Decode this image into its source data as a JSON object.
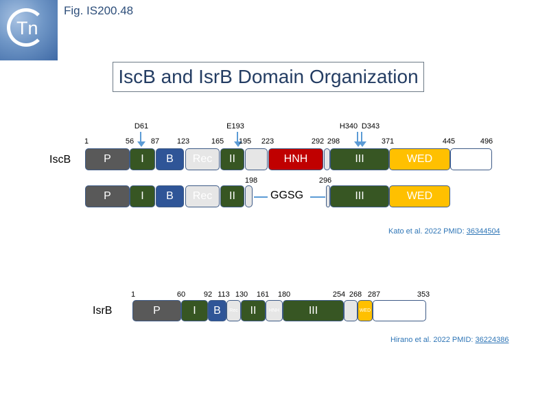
{
  "figure_label": "Fig. IS200.48",
  "logo": {
    "text": "Tn",
    "colors": {
      "background": "#5b84bd",
      "ring": "#ffffff"
    }
  },
  "title": "IscB and IsrB Domain Organization",
  "iscb": {
    "label": "IscB",
    "positions": [
      "1",
      "56",
      "87",
      "123",
      "165",
      "195",
      "223",
      "292",
      "298",
      "371",
      "445",
      "496"
    ],
    "sites": [
      "D61",
      "E193",
      "H340",
      "D343"
    ],
    "domains": [
      {
        "label": "P",
        "color": "#595959"
      },
      {
        "label": "I",
        "color": "#375623"
      },
      {
        "label": "B",
        "color": "#2f5597"
      },
      {
        "label": "Rec",
        "color": "#e6e6e6"
      },
      {
        "label": "II",
        "color": "#375623"
      },
      {
        "label": "",
        "color": "#e6e6e6"
      },
      {
        "label": "HNH",
        "color": "#c00000"
      },
      {
        "label": "",
        "color": "#e6e6e6"
      },
      {
        "label": "III",
        "color": "#375623"
      },
      {
        "label": "WED",
        "color": "#ffc000"
      },
      {
        "label": "",
        "color": "#ffffff"
      }
    ]
  },
  "iscb_variant": {
    "positions": [
      "198",
      "296"
    ],
    "linker": "GGSG",
    "domains": [
      {
        "label": "P",
        "color": "#595959"
      },
      {
        "label": "I",
        "color": "#375623"
      },
      {
        "label": "B",
        "color": "#2f5597"
      },
      {
        "label": "Rec",
        "color": "#e6e6e6"
      },
      {
        "label": "II",
        "color": "#375623"
      },
      {
        "label": "",
        "color": "#e6e6e6"
      },
      {
        "label": "",
        "color": "#e6e6e6"
      },
      {
        "label": "III",
        "color": "#375623"
      },
      {
        "label": "WED",
        "color": "#ffc000"
      }
    ]
  },
  "iscb_reference": {
    "text": "Kato et al. 2022 PMID:",
    "pmid": "36344504"
  },
  "isrb": {
    "label": "IsrB",
    "positions": [
      "1",
      "60",
      "92",
      "113",
      "130",
      "161",
      "180",
      "254",
      "268",
      "287",
      "353"
    ],
    "domains": [
      {
        "label": "P",
        "color": "#595959"
      },
      {
        "label": "I",
        "color": "#375623"
      },
      {
        "label": "B",
        "color": "#2f5597"
      },
      {
        "label": "Rec",
        "color": "#e6e6e6"
      },
      {
        "label": "II",
        "color": "#375623"
      },
      {
        "label": "HNH",
        "color": "#e6e6e6"
      },
      {
        "label": "III",
        "color": "#375623"
      },
      {
        "label": "",
        "color": "#e6e6e6"
      },
      {
        "label": "WED",
        "color": "#ffc000"
      },
      {
        "label": "",
        "color": "#ffffff"
      }
    ]
  },
  "isrb_reference": {
    "text": "Hirano et al. 2022 PMID:",
    "pmid": "36224386"
  }
}
